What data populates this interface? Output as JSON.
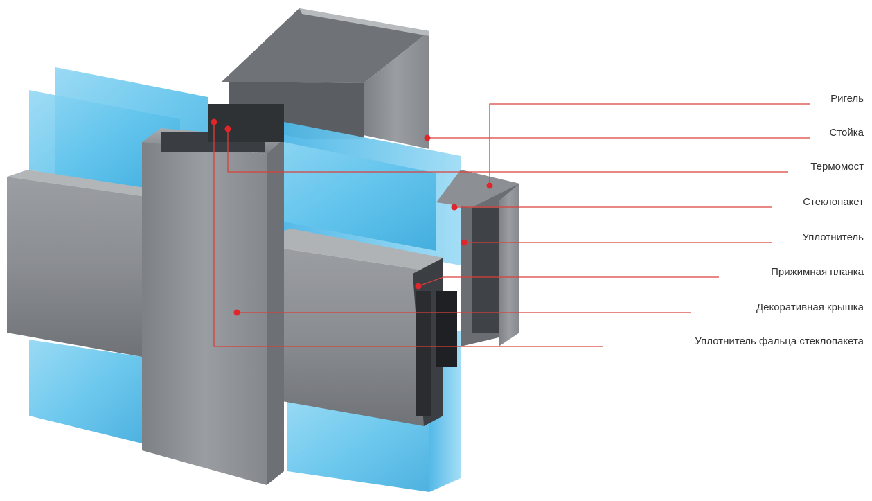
{
  "diagram": {
    "labels": [
      "Ригель",
      "Стойка",
      "Термомост",
      "Стеклопакет",
      "Уплотнитель",
      "Прижимная планка",
      "Декоративная крышка",
      "Уплотнитель фальца стеклопакета"
    ]
  },
  "colors": {
    "leader_line": "#d9403a",
    "marker": "#e0252b",
    "glass": "#5fc3ec",
    "glass_light": "#a8e0f6",
    "aluminium": "#8e9195",
    "aluminium_dark": "#4f5256",
    "label_text": "#333333"
  }
}
